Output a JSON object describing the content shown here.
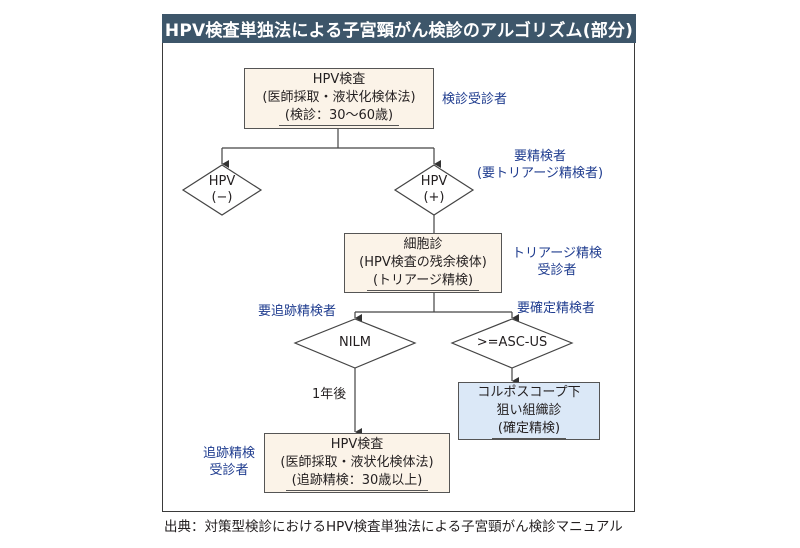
{
  "title": "HPV検査単独法による子宮頸がん検診のアルゴリズム(部分)",
  "colors": {
    "title_bar": "#3d566a",
    "box_tan": "#fbf3e8",
    "box_blue": "#dbe8f7",
    "note_blue": "#1f3c8f"
  },
  "nodes": {
    "hpv_test": {
      "line1": "HPV検査",
      "line2": "(医師採取・液状化検体法)",
      "line3": "(検診：30〜60歳)"
    },
    "hpv_negative": {
      "line1": "HPV",
      "line2": "(−)"
    },
    "hpv_positive": {
      "line1": "HPV",
      "line2": "(+)"
    },
    "cytology": {
      "line1": "細胞診",
      "line2": "(HPV検査の残余検体)",
      "line3": "(トリアージ精検)"
    },
    "nilm": {
      "label": "NILM"
    },
    "asc_us": {
      "label": ">=ASC-US"
    },
    "colposcopy": {
      "line1": "コルポスコープ下",
      "line2": "狙い組織診",
      "line3": "(確定精検)"
    },
    "followup_test": {
      "line1": "HPV検査",
      "line2": "(医師採取・液状化検体法)",
      "line3": "(追跡精検：30歳以上)"
    }
  },
  "notes": {
    "screening_examinee": "検診受診者",
    "needs_exam_line1": "要精検者",
    "needs_exam_line2": "(要トリアージ精検者)",
    "triage_examinee_line1": "トリアージ精検",
    "triage_examinee_line2": "受診者",
    "needs_followup": "要追跡精検者",
    "needs_definitive": "要確定精検者",
    "one_year_later": "1年後",
    "followup_examinee_line1": "追跡精検",
    "followup_examinee_line2": "受診者"
  },
  "source": "出典：対策型検診におけるHPV検査単独法による子宮頸がん検診マニュアル"
}
